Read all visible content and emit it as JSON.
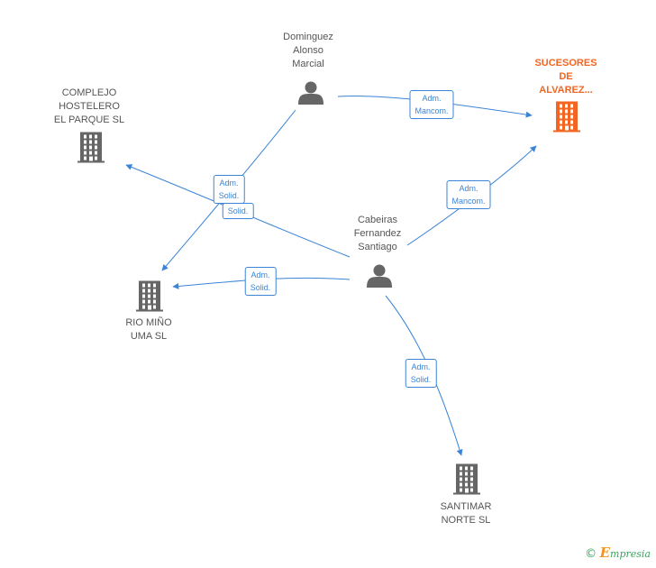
{
  "colors": {
    "edge": "#3b84d6",
    "person": "#666666",
    "company": "#666666",
    "highlight": "#f26522"
  },
  "nodes": [
    {
      "id": "dominguez",
      "kind": "person",
      "label": "Dominguez\nAlonso\nMarcial",
      "icon": "person-icon"
    },
    {
      "id": "cabeiras",
      "kind": "person",
      "label": "Cabeiras\nFernandez\nSantiago",
      "icon": "person-icon"
    },
    {
      "id": "sucesores",
      "kind": "company",
      "label": "SUCESORES\nDE\nALVAREZ...",
      "icon": "building-icon",
      "highlight": true
    },
    {
      "id": "complejo",
      "kind": "company",
      "label": "COMPLEJO\nHOSTELERO\nEL PARQUE SL",
      "icon": "building-icon"
    },
    {
      "id": "riomino",
      "kind": "company",
      "label": "RIO MIÑO\nUMA SL",
      "icon": "building-icon"
    },
    {
      "id": "santimar",
      "kind": "company",
      "label": "SANTIMAR\nNORTE  SL",
      "icon": "building-icon"
    }
  ],
  "edges": [
    {
      "from": "dominguez",
      "to": "sucesores",
      "label": "Adm.\nMancom."
    },
    {
      "from": "dominguez",
      "to": "riomino",
      "label": "Adm.\nSolid."
    },
    {
      "from": "cabeiras",
      "to": "sucesores",
      "label": "Adm.\nMancom."
    },
    {
      "from": "cabeiras",
      "to": "complejo",
      "label": "Solid."
    },
    {
      "from": "cabeiras",
      "to": "riomino",
      "label": "Adm.\nSolid."
    },
    {
      "from": "cabeiras",
      "to": "santimar",
      "label": "Adm.\nSolid."
    }
  ],
  "footer": {
    "copyright": "©",
    "brand_initial": "E",
    "brand_rest": "mpresia"
  }
}
